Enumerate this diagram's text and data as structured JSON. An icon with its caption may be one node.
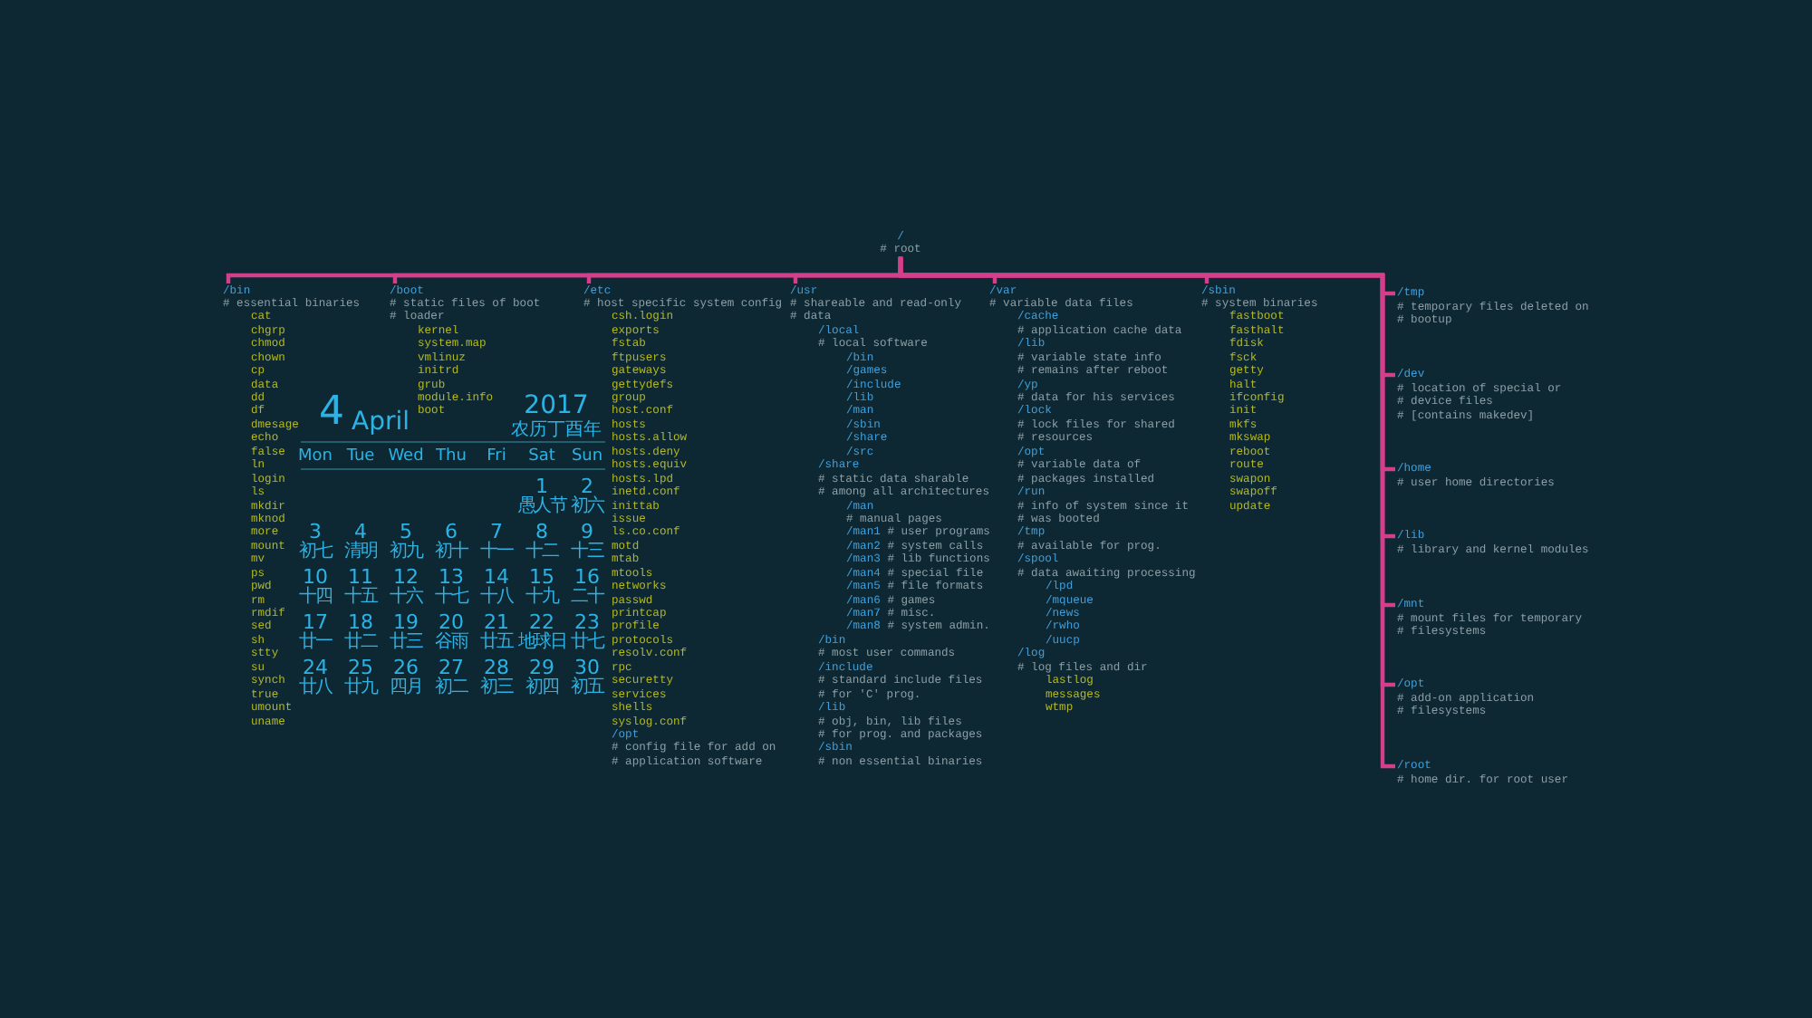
{
  "diagram": {
    "nodes": [
      {
        "text": [
          "/",
          "# root"
        ]
      },
      {
        "text": [
          "/bin",
          "# essential binaries",
          "cat",
          "chgrp",
          "chmod",
          "chown",
          "cp",
          "data",
          "dd",
          "df",
          "dmesage",
          "echo",
          "false",
          "ln",
          "login",
          "ls",
          "mkdir",
          "mknod",
          "more",
          "mount",
          "mv",
          "ps",
          "pwd",
          "rm",
          "rmdif",
          "sed",
          "sh",
          "stty",
          "su",
          "synch",
          "true",
          "umount",
          "uname"
        ]
      },
      {
        "text": [
          "/boot",
          "# static files of boot",
          "# loader",
          "kernel",
          "system.map",
          "vmlinuz",
          "initrd",
          "grub",
          "module.info",
          "boot"
        ]
      },
      {
        "text": [
          "/etc",
          "# host specific system config",
          "csh.login",
          "exports",
          "fstab",
          "ftpusers",
          "gateways",
          "gettydefs",
          "group",
          "host.conf",
          "hosts",
          "hosts.allow",
          "hosts.deny",
          "hosts.equiv",
          "hosts.lpd",
          "inetd.conf",
          "inittab",
          "issue",
          "ls.co.conf",
          "motd",
          "mtab",
          "mtools",
          "networks",
          "passwd",
          "printcap",
          "profile",
          "protocols",
          "resolv.conf",
          "rpc",
          "securetty",
          "services",
          "shells",
          "syslog.conf",
          "/opt",
          "# config file for add on",
          "# application software"
        ]
      },
      {
        "text": [
          "/usr",
          "# shareable and read-only",
          "# data",
          "/local",
          "# local software",
          "/bin",
          "/games",
          "/include",
          "/lib",
          "/man",
          "/sbin",
          "/share",
          "/src",
          "/share",
          "# static data sharable",
          "# among all architectures",
          "/man",
          "# manual pages",
          "/man1",
          "# user programs",
          "/man2",
          "# system calls",
          "/man3",
          "# lib functions",
          "/man4",
          "# special file",
          "/man5",
          "# file formats",
          "/man6",
          "# games",
          "/man7",
          "# misc.",
          "/man8",
          "# system admin.",
          "/bin",
          "# most user commands",
          "/include",
          "# standard include files",
          "# for 'C' prog.",
          "/lib",
          "# obj, bin, lib files",
          "# for prog. and packages",
          "/sbin",
          "# non essential binaries"
        ]
      },
      {
        "text": [
          "/var",
          "# variable data files",
          "/cache",
          "# application cache data",
          "/lib",
          "# variable state info",
          "# remains after reboot",
          "/yp",
          "# data for his services",
          "/lock",
          "# lock files for shared",
          "# resources",
          "/opt",
          "# variable data of",
          "# packages installed",
          "/run",
          "# info of system since it",
          "# was booted",
          "/tmp",
          "# available for prog.",
          "/spool",
          "# data awaiting processing",
          "/lpd",
          "/mqueue",
          "/news",
          "/rwho",
          "/uucp",
          "/log",
          "# log files and dir",
          "lastlog",
          "messages",
          "wtmp"
        ]
      },
      {
        "text": [
          "/sbin",
          "# system binaries",
          "fastboot",
          "fasthalt",
          "fdisk",
          "fsck",
          "getty",
          "halt",
          "ifconfig",
          "init",
          "mkfs",
          "mkswap",
          "reboot",
          "route",
          "swapon",
          "swapoff",
          "update"
        ]
      },
      {
        "text": [
          "/tmp",
          "# temporary files deleted on",
          "# bootup"
        ]
      },
      {
        "text": [
          "/dev",
          "# location of special or",
          "# device files",
          "# [contains makedev]"
        ]
      },
      {
        "text": [
          "/home",
          "# user home directories"
        ]
      },
      {
        "text": [
          "/lib",
          "# library and kernel modules"
        ]
      },
      {
        "text": [
          "/mnt",
          "# mount files for temporary",
          "# filesystems"
        ]
      },
      {
        "text": [
          "/opt",
          "# add-on application",
          "# filesystems"
        ]
      },
      {
        "text": [
          "/root",
          "# home dir. for root user"
        ]
      }
    ],
    "edges": [
      {
        "from": 0,
        "to": 1,
        "arrow": "none"
      },
      {
        "from": 0,
        "to": 2,
        "arrow": "none"
      },
      {
        "from": 0,
        "to": 3,
        "arrow": "none"
      },
      {
        "from": 0,
        "to": 4,
        "arrow": "none"
      },
      {
        "from": 0,
        "to": 5,
        "arrow": "none"
      },
      {
        "from": 0,
        "to": 6,
        "arrow": "none"
      },
      {
        "from": 0,
        "to": 7,
        "arrow": "none"
      },
      {
        "from": 0,
        "to": 8,
        "arrow": "none"
      },
      {
        "from": 0,
        "to": 9,
        "arrow": "none"
      },
      {
        "from": 0,
        "to": 10,
        "arrow": "none"
      },
      {
        "from": 0,
        "to": 11,
        "arrow": "none"
      },
      {
        "from": 0,
        "to": 12,
        "arrow": "none"
      },
      {
        "from": 0,
        "to": 13,
        "arrow": "none"
      }
    ],
    "labels": [
      "4",
      "April",
      "2017",
      "农历丁酉年",
      "Mon",
      "Tue",
      "Wed",
      "Thu",
      "Fri",
      "Sat",
      "Sun",
      "1",
      "2",
      "愚人节",
      "初六",
      "3",
      "4",
      "5",
      "6",
      "7",
      "8",
      "9",
      "初七",
      "清明",
      "初九",
      "初十",
      "十一",
      "十二",
      "十三",
      "10",
      "11",
      "12",
      "13",
      "14",
      "15",
      "16",
      "十四",
      "十五",
      "十六",
      "十七",
      "十八",
      "十九",
      "二十",
      "17",
      "18",
      "19",
      "20",
      "21",
      "22",
      "23",
      "廿一",
      "廿二",
      "廿三",
      "谷雨",
      "廿五",
      "地球日",
      "廿七",
      "24",
      "25",
      "26",
      "27",
      "28",
      "29",
      "30",
      "廿八",
      "廿九",
      "四月",
      "初二",
      "初三",
      "初四",
      "初五"
    ]
  }
}
